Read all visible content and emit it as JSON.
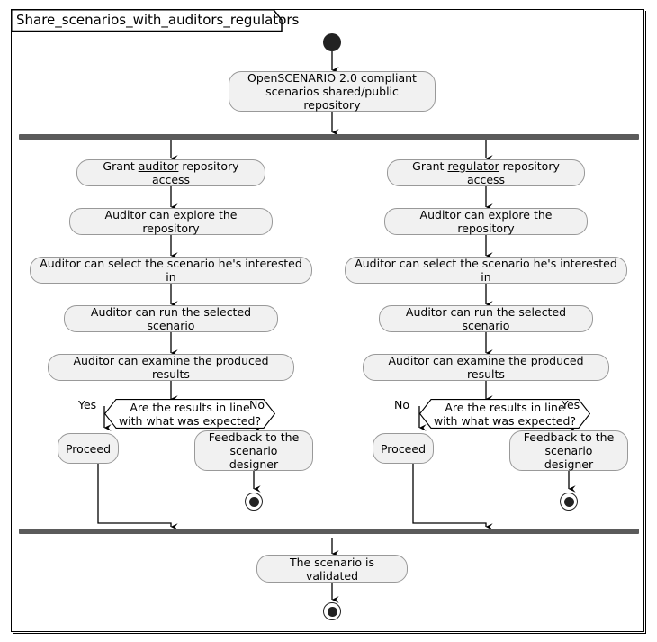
{
  "diagram": {
    "type": "uml-activity-diagram",
    "title": "Share_scenarios_with_auditors_regulators",
    "colors": {
      "node_fill": "#F1F1F1",
      "node_border": "#999999",
      "bar_fill": "#5B5B5B",
      "line": "#000000",
      "background": "#FFFFFF"
    }
  },
  "nodes": {
    "start": "start-node",
    "repository": {
      "line1": "OpenSCENARIO 2.0 compliant",
      "line2": "scenarios shared/public repository"
    },
    "left_branch": {
      "grant": {
        "prefix": "Grant ",
        "emphasis": "auditor",
        "suffix": " repository access"
      },
      "explore": "Auditor can explore the repository",
      "select": "Auditor can select the scenario he's interested in",
      "run": "Auditor can run the selected scenario",
      "examine": "Auditor can examine the produced results",
      "decision": {
        "line1": "Are the results in line",
        "line2": "with what was expected?"
      },
      "guard_left": "Yes",
      "guard_right": "No",
      "proceed": "Proceed",
      "feedback": {
        "line1": "Feedback to the",
        "line2": "scenario designer"
      }
    },
    "right_branch": {
      "grant": {
        "prefix": "Grant ",
        "emphasis": "regulator",
        "suffix": " repository access"
      },
      "explore": "Auditor can explore the repository",
      "select": "Auditor can select the scenario he's interested in",
      "run": "Auditor can run the selected scenario",
      "examine": "Auditor can examine the produced results",
      "decision": {
        "line1": "Are the results in line",
        "line2": "with what was expected?"
      },
      "guard_left": "No",
      "guard_right": "Yes",
      "proceed": "Proceed",
      "feedback": {
        "line1": "Feedback to the",
        "line2": "scenario designer"
      }
    },
    "validated": "The scenario is validated"
  }
}
